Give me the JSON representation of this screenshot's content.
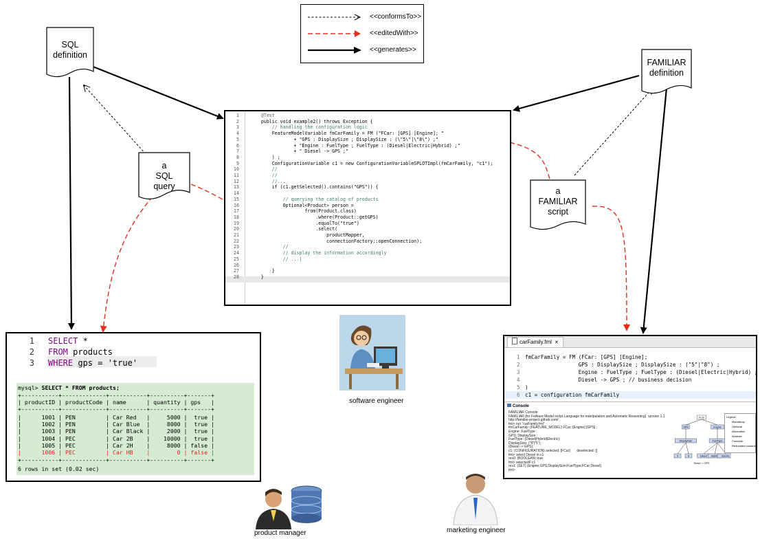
{
  "legend": {
    "conforms": "<<conformsTo>>",
    "edited": "<<editedWith>>",
    "generates": "<<generates>>"
  },
  "docs": {
    "sql_def": [
      "SQL",
      "definition"
    ],
    "familiar_def": [
      "FAMILIAR",
      "definition"
    ],
    "sql_query": [
      "a",
      "SQL",
      "query"
    ],
    "familiar_script": [
      "a",
      "FAMILIAR",
      "script"
    ]
  },
  "code": {
    "lines": [
      {
        "n": "1",
        "t": "    @Test"
      },
      {
        "n": "2",
        "t": "    public void example2() throws Exception {"
      },
      {
        "n": "3",
        "t": "        // handling the configuration logic"
      },
      {
        "n": "4",
        "t": "        FeatureModelVariable fmCarFamily = FM (\"FCar: [GPS] [Engine]; \""
      },
      {
        "n": "5",
        "t": "                + \"GPS : DisplaySize ; DisplaySize : (\\\"5\\\"|\\\"8\\\") ;\""
      },
      {
        "n": "6",
        "t": "                + \"Engine : FuelType ; FuelType : (Diesel|Electric|Hybrid) ;\""
      },
      {
        "n": "7",
        "t": "                + \" Diesel -> GPS ;\""
      },
      {
        "n": "8",
        "t": "        ) ;"
      },
      {
        "n": "9",
        "t": "        ConfigurationVariable c1 = new ConfigurationVariableSPLOTImpl(fmCarFamily, \"c1\");"
      },
      {
        "n": "10",
        "t": "        //"
      },
      {
        "n": "11",
        "t": "        //"
      },
      {
        "n": "12",
        "t": "        //..."
      },
      {
        "n": "13",
        "t": "        if (c1.getSelected().contains(\"GPS\")) {"
      },
      {
        "n": "14",
        "t": ""
      },
      {
        "n": "15",
        "t": "            // querying the catalog of products"
      },
      {
        "n": "16",
        "t": "            Optional<Product> person ="
      },
      {
        "n": "17",
        "t": "                    from(Product.class)"
      },
      {
        "n": "18",
        "t": "                        .where(Product::getGPS)"
      },
      {
        "n": "19",
        "t": "                        .equalTo(\"true\")"
      },
      {
        "n": "20",
        "t": "                        .select("
      },
      {
        "n": "21",
        "t": "                            productMapper,"
      },
      {
        "n": "22",
        "t": "                            connectionFactory::openConnection);"
      },
      {
        "n": "23",
        "t": "            //"
      },
      {
        "n": "24",
        "t": "            // display the information accordingly"
      },
      {
        "n": "25",
        "t": "            // ...|"
      },
      {
        "n": "26",
        "t": ""
      },
      {
        "n": "27",
        "t": "        }"
      },
      {
        "n": "28",
        "t": "    }"
      }
    ]
  },
  "sql": {
    "editor": [
      {
        "n": "1",
        "kw": "SELECT",
        "rest": " *"
      },
      {
        "n": "2",
        "kw": "FROM",
        "rest": " products"
      },
      {
        "n": "3",
        "kw": "WHERE",
        "rest": " gps = 'true'"
      }
    ],
    "mysql_prompt": "mysql> ",
    "mysql_cmd": "SELECT * FROM products;",
    "table_sep": "+-----------+-------------+-----------+----------+-------+",
    "table_header": "| productID | productCode | name      | quantity | gps   |",
    "rows": [
      "|      1001 | PEN         | Car Red   |     5000 |  true |",
      "|      1002 | PEN         | Car Blue  |     8000 |  true |",
      "|      1003 | PEN         | Car Black |     2000 |  true |",
      "|      1004 | PEC         | Car 2B    |    10000 |  true |",
      "|      1005 | PEC         | Car 2H    |     8000 | false |",
      "|      1006 | PEC         | Car HB    |        0 | false |"
    ],
    "footer": "6 rows in set (0.02 sec)"
  },
  "fml": {
    "tab": "carFamily.fml",
    "lines": [
      {
        "n": "1",
        "t": "fmCarFamily = FM (FCar: [GPS] [Engine];"
      },
      {
        "n": "2",
        "t": "                 GPS : DisplaySize ; DisplaySize : (\"5\"|\"8\") ;"
      },
      {
        "n": "3",
        "t": "                 Engine : FuelType ; FuelType : (Diesel|Electric|Hybrid) ;"
      },
      {
        "n": "4",
        "t": "                 Diesel -> GPS ; // business decision"
      },
      {
        "n": "5",
        "t": ")"
      },
      {
        "n": "6",
        "t": "c1 = configuration fmCarFamily"
      }
    ],
    "console_tab": "Console",
    "console_lines": [
      "FAMILIAR Console",
      "FAMILIAR (for FeAture Model scrIpt Language for manIpulation and Automatic Reasoning)  version 1.1",
      "http://familiar-project.github.com/",
      "fml> run \"carFamily.fml\"",
      "fmCarFamily: (FEATURE_MODEL) FCar: [Engine] [GPS] ;",
      "Engine: FuelType ;",
      "GPS: DisplaySize ;",
      "FuelType: (Diesel|Hybrid|Electric);",
      "DisplaySize: (\"8\"|\"5\");",
      "(Diesel -> GPS);",
      "c1: (CONFIGURATION) selected: [FCar]       deselected: []",
      "fml> select Diesel in c1",
      "res0: (BOOLEAN) true",
      "fml> selectedF c1",
      "res1: (SET) {Engine;GPS;DisplaySize;FuelType;FCar;Diesel}",
      "fml>"
    ],
    "fm_nodes": [
      "FCar",
      "GPS",
      "Engine",
      "DisplaySize",
      "FuelType",
      "5",
      "8",
      "Diesel",
      "Hybrid",
      "Electric"
    ],
    "fm_constraint": "Diesel -> GPS",
    "fm_legend": [
      "Legend:",
      "Mandatory",
      "Optional",
      "Alternative",
      "Abstract",
      "Concrete",
      "Redundant constraints"
    ]
  },
  "captions": {
    "software": "software engineer",
    "product": "product manager",
    "marketing": "marketing engineer"
  },
  "colors": {
    "red_arrow": "#e0301e",
    "mysql_bg": "#d6ecd2",
    "highlight": "#e8f2fe"
  }
}
